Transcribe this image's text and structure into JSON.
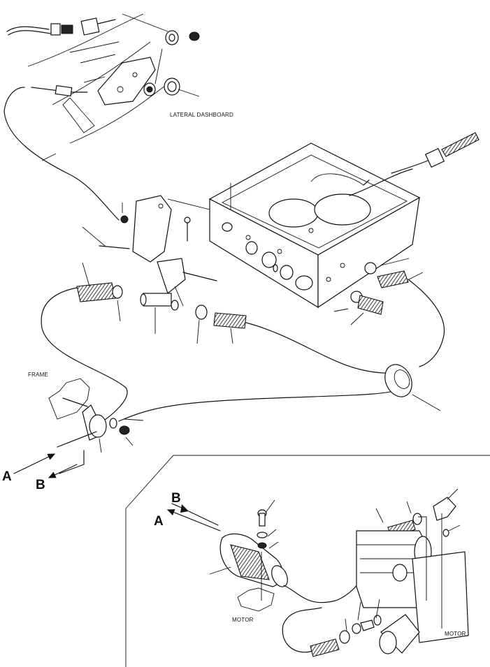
{
  "labels": {
    "lateral_dashboard": "LATERAL DASHBOARD",
    "frame": "FRAME",
    "motor_left": "MOTOR",
    "motor_right": "MOTOR",
    "arrow_a_main": "A",
    "arrow_b_main": "B",
    "arrow_a_inset": "A",
    "arrow_b_inset": "B"
  }
}
